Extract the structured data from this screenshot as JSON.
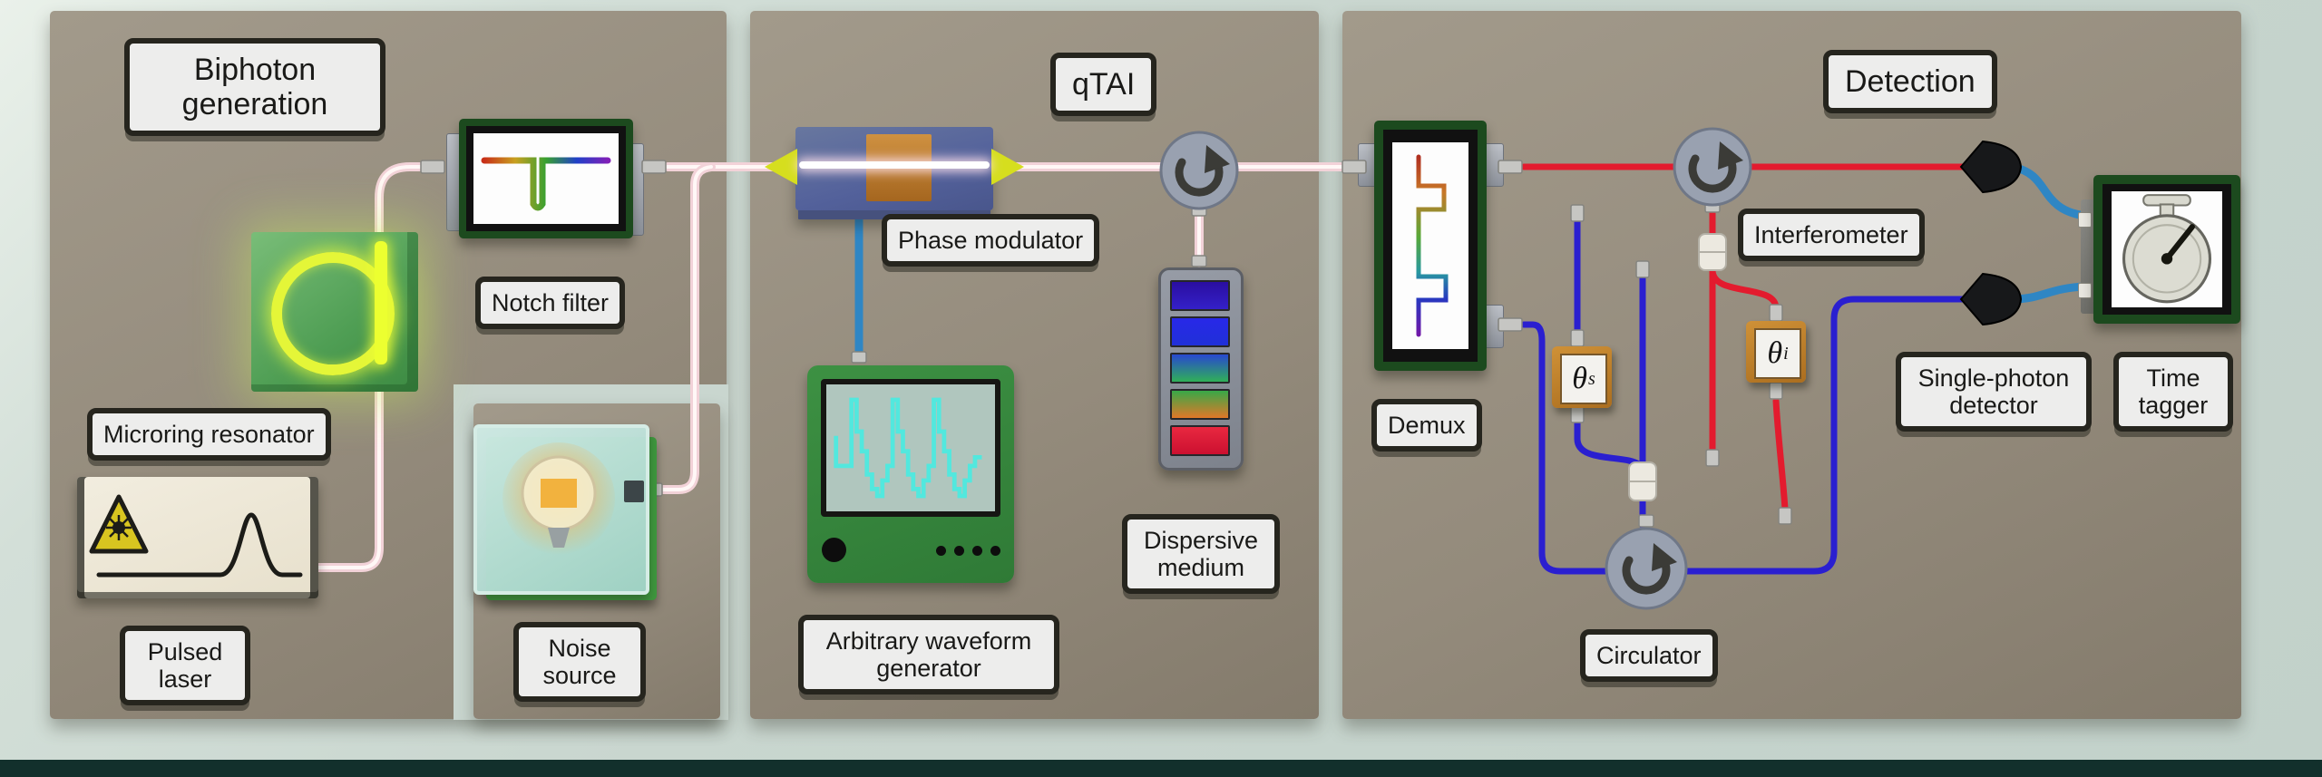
{
  "figure": {
    "sections": [
      {
        "id": "biphoton",
        "title": "Biphoton generation"
      },
      {
        "id": "qtai",
        "title": "qTAI"
      },
      {
        "id": "detection",
        "title": "Detection"
      }
    ],
    "components": {
      "pulsed_laser": {
        "label": "Pulsed laser"
      },
      "microring_resonator": {
        "label": "Microring resonator"
      },
      "notch_filter": {
        "label": "Notch filter"
      },
      "noise_source": {
        "label": "Noise source"
      },
      "phase_modulator": {
        "label": "Phase modulator"
      },
      "arbitrary_waveform_generator": {
        "label": "Arbitrary waveform generator"
      },
      "dispersive_medium": {
        "label": "Dispersive medium"
      },
      "demux": {
        "label": "Demux"
      },
      "interferometer": {
        "label": "Interferometer"
      },
      "circulator": {
        "label": "Circulator"
      },
      "theta_signal": {
        "base": "θ",
        "sub": "s"
      },
      "theta_idler": {
        "base": "θ",
        "sub": "i"
      },
      "single_photon_detector": {
        "label": "Single-photon detector"
      },
      "time_tagger": {
        "label": "Time tagger"
      }
    },
    "icons": {
      "laser_warning": "yellow-triangle-with-ray-burst",
      "laser_pulse": "single-peak-trace",
      "notch_spectrum": "rainbow-line-with-notch",
      "demux_spectrum": "vertical-rainbow-with-two-steps",
      "awg_waveform": "cyan-stepped-wave",
      "light_bulb": "glowing-bulb",
      "circular_arrow": "clockwise-loop-arrow",
      "stopwatch": "stopwatch-dial"
    },
    "colors": {
      "base_plate": "#c9d6cf",
      "panel": "#948b7c",
      "label_bg": "#ededec",
      "label_border": "#26251e",
      "pump_fiber_pink": "#f2d2d8",
      "signal_fiber_red": "#e31b2e",
      "idler_fiber_blue": "#2a1fd0",
      "detector_cable_blue": "#2f86c4",
      "device_green": "#1c4a1e",
      "ring_glow_yellow": "#e4f638",
      "phase_modulator_blue": "#53619b",
      "awg_green": "#35853b",
      "theta_box_orange": "#c4862f",
      "circulator_gray": "#99a1b0",
      "noise_glass_teal": "#bfe0da"
    }
  }
}
